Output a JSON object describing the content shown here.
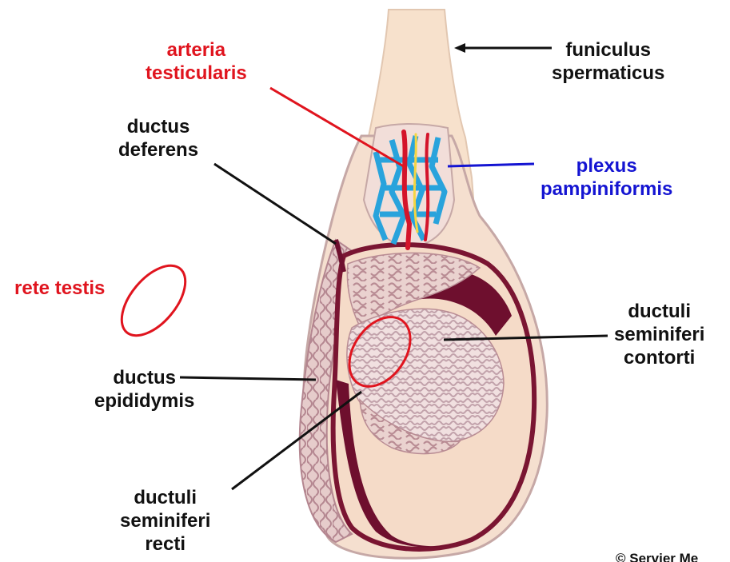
{
  "labels": {
    "funiculus": {
      "line1": "funiculus",
      "line2": "spermaticus"
    },
    "arteria": {
      "line1": "arteria",
      "line2": "testicularis"
    },
    "deferens": {
      "line1": "ductus",
      "line2": "deferens"
    },
    "plexus": {
      "line1": "plexus",
      "line2": "pampiniformis"
    },
    "rete": {
      "line1": "rete testis"
    },
    "contorti": {
      "line1": "ductuli",
      "line2": "seminiferi",
      "line3": "contorti"
    },
    "epididymis": {
      "line1": "ductus",
      "line2": "epididymis"
    },
    "recti": {
      "line1": "ductuli",
      "line2": "seminiferi",
      "line3": "recti"
    }
  },
  "copyright": "© Servier Me",
  "colors": {
    "label_black": "#111111",
    "label_red": "#e0141e",
    "label_blue": "#1414d2",
    "cord": "#f7e1cc",
    "tunica": "#6e0f2e",
    "tubules": "#c6a0a4",
    "vein": "#29a3dc",
    "artery": "#d4142a"
  }
}
